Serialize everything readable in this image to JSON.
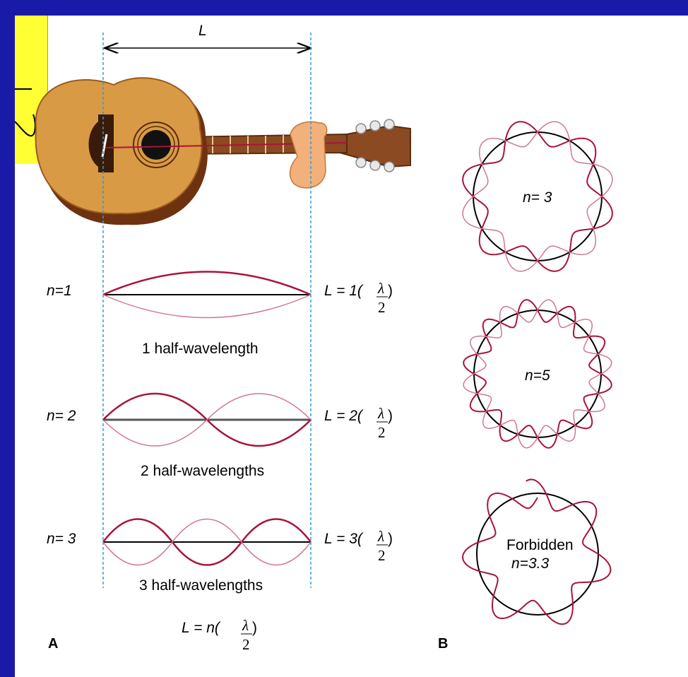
{
  "length_label": "L",
  "panel_a": {
    "label": "A",
    "modes": [
      {
        "n_label": "n=1",
        "n_value": "1",
        "caption": "1 half-wavelength"
      },
      {
        "n_label": "n= 2",
        "n_value": "2",
        "caption": "2 half-wavelengths"
      },
      {
        "n_label": "n= 3",
        "n_value": "3",
        "caption": "3 half-wavelengths"
      }
    ],
    "general_formula": {
      "prefix": "L = n(",
      "lambda": "λ",
      "denominator": "2",
      "suffix": ")"
    }
  },
  "panel_b": {
    "label": "B",
    "rings": [
      {
        "label": "n= 3",
        "lobes": 3
      },
      {
        "label": "n=5",
        "lobes": 5
      },
      {
        "title": "Forbidden",
        "label": "n=3.3",
        "lobes": 3.3
      }
    ]
  },
  "colors": {
    "frame": "#1a1aa8",
    "note": "#ffff33",
    "wave": "#a8143c",
    "wave_light": "#d07890",
    "guide": "#2e9be0",
    "guitar_body": "#d89a44",
    "guitar_edge": "#6e3210"
  }
}
